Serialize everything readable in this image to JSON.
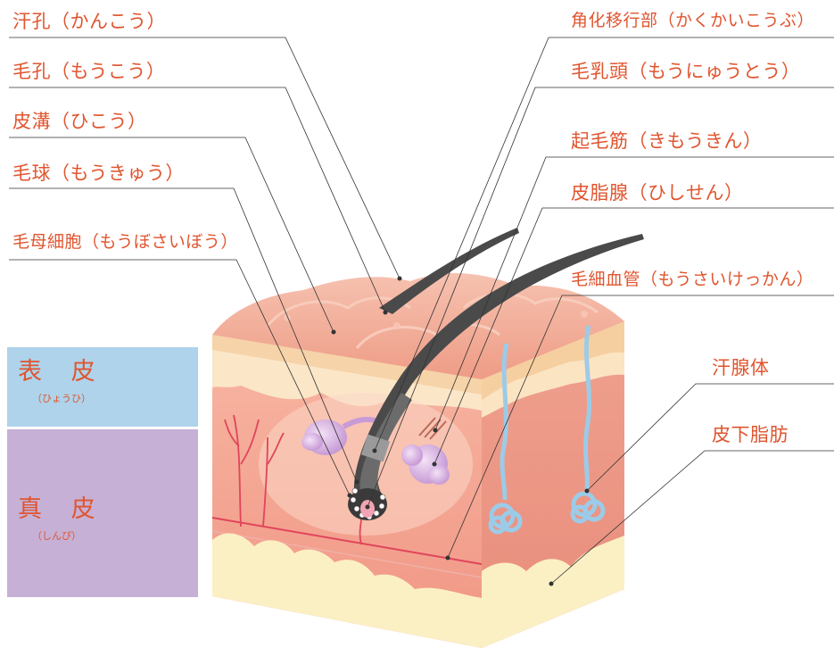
{
  "labels": {
    "hanko": "汗孔（かんこう）",
    "mouko": "毛孔（もうこう）",
    "hikou": "皮溝（ひこう）",
    "moukyu": "毛球（もうきゅう）",
    "moubo": "毛母細胞（もうぼさいぼう）",
    "kakuka": "角化移行部（かくかいこうぶ）",
    "nyuto": "毛乳頭（もうにゅうとう）",
    "kimou": "起毛筋（きもうきん）",
    "hishi": "皮脂腺（ひしせん）",
    "mousai": "毛細血管（もうさいけっかん）",
    "kansen": "汗腺体",
    "hika": "皮下脂肪"
  },
  "panels": {
    "hyouhi": {
      "title": "表 皮",
      "reading": "（ひょうひ）"
    },
    "shinpi": {
      "title": "真 皮",
      "reading": "（しんぴ）"
    }
  },
  "colors": {
    "label_text": "#e0552f",
    "leader_line": "#333333",
    "epidermis_panel": "#aed3ea",
    "dermis_panel": "#c6b0d6",
    "skin_top": "#f2a692",
    "dermis": "#f3a497",
    "fat": "#fbf0c4",
    "hair": "#4a4a4a",
    "sweat_gland": "#9ccbe8",
    "sebaceous": "#cfa6d9"
  }
}
